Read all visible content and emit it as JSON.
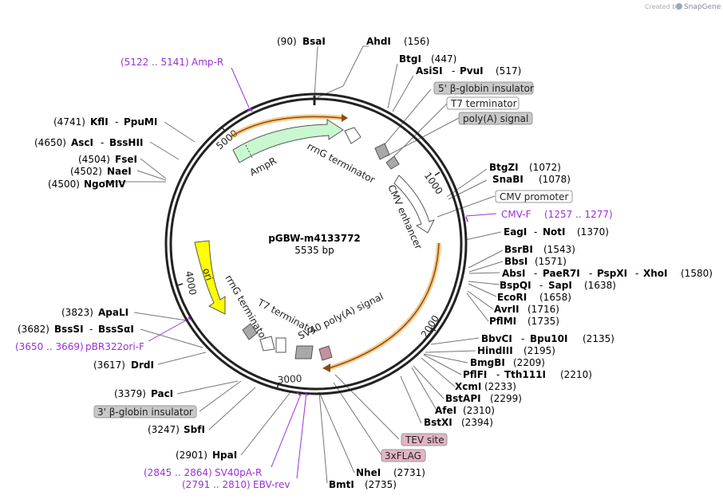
{
  "credit": "Created by",
  "credit_brand": "SnapGene",
  "plasmid": {
    "name": "pGBW-m4133772",
    "size": "5535 bp"
  },
  "ticks": [
    "1000",
    "2000",
    "3000",
    "4000",
    "5000"
  ],
  "feature_labels": {
    "ampr": "AmpR",
    "rrng_top": "rrnG terminator",
    "cmv_enhancer": "CMV enhancer",
    "ori": "ori",
    "rrng_left": "rrnG terminator",
    "t7_term": "T7 terminator",
    "sv40": "SV40 poly(A) signal"
  },
  "enzymes": [
    {
      "id": "bsai",
      "num": "(90)",
      "name": "BsaI"
    },
    {
      "id": "ahdi",
      "name": "AhdI",
      "num": "(156)"
    },
    {
      "id": "btgi",
      "name": "BtgI",
      "num": "(447)"
    },
    {
      "id": "asisi",
      "name": "AsiSI",
      "sep": "-",
      "name2": "PvuI",
      "num": "(517)"
    },
    {
      "id": "btgzi",
      "name": "BtgZI",
      "num": "(1072)"
    },
    {
      "id": "snabi",
      "name": "SnaBI",
      "num": "(1078)"
    },
    {
      "id": "eagi",
      "name": "EagI",
      "sep": "-",
      "name2": "NotI",
      "num": "(1370)"
    },
    {
      "id": "bsrbi",
      "name": "BsrBI",
      "num": "(1543)"
    },
    {
      "id": "bbsi",
      "name": "BbsI",
      "num": "(1571)"
    },
    {
      "id": "absi",
      "name": "AbsI",
      "sep": "-",
      "name2": "PaeR7I",
      "sep2": "-",
      "name3": "PspXI",
      "sep3": "-",
      "name4": "XhoI",
      "num": "(1580)"
    },
    {
      "id": "bspqi",
      "name": "BspQI",
      "sep": "-",
      "name2": "SapI",
      "num": "(1638)"
    },
    {
      "id": "ecori",
      "name": "EcoRI",
      "num": "(1658)"
    },
    {
      "id": "avrii",
      "name": "AvrII",
      "num": "(1716)"
    },
    {
      "id": "pflmi",
      "name": "PflMI",
      "num": "(1735)"
    },
    {
      "id": "bbvci",
      "name": "BbvCI",
      "sep": "-",
      "name2": "Bpu10I",
      "num": "(2135)"
    },
    {
      "id": "hindiii",
      "name": "HindIII",
      "num": "(2195)"
    },
    {
      "id": "bmgbi",
      "name": "BmgBI",
      "num": "(2209)"
    },
    {
      "id": "plfi",
      "name": "PflFI",
      "sep": "-",
      "name2": "Tth111I",
      "num": "(2210)"
    },
    {
      "id": "xcmi",
      "name": "XcmI",
      "num": "(2233)"
    },
    {
      "id": "bstapi",
      "name": "BstAPI",
      "num": "(2299)"
    },
    {
      "id": "afei",
      "name": "AfeI",
      "num": "(2310)"
    },
    {
      "id": "bstxi",
      "name": "BstXI",
      "num": "(2394)"
    },
    {
      "id": "nhei",
      "name": "NheI",
      "num": "(2731)"
    },
    {
      "id": "bmti",
      "name": "BmtI",
      "num": "(2735)"
    },
    {
      "id": "hpai",
      "num": "(2901)",
      "name": "HpaI"
    },
    {
      "id": "sbfi",
      "num": "(3247)",
      "name": "SbfI"
    },
    {
      "id": "paci",
      "num": "(3379)",
      "name": "PacI"
    },
    {
      "id": "drdi",
      "num": "(3617)",
      "name": "DrdI"
    },
    {
      "id": "bsssi",
      "num": "(3682)",
      "name": "BssSI",
      "sep": "-",
      "name2": "BssSαI"
    },
    {
      "id": "apali",
      "num": "(3823)",
      "name": "ApaLI"
    },
    {
      "id": "ngomiv",
      "num": "(4500)",
      "name": "NgoMIV"
    },
    {
      "id": "naei",
      "num": "(4502)",
      "name": "NaeI"
    },
    {
      "id": "fsei",
      "num": "(4504)",
      "name": "FseI"
    },
    {
      "id": "asci",
      "num": "(4650)",
      "name": "AscI",
      "sep": "-",
      "name2": "BssHII"
    },
    {
      "id": "kfli",
      "num": "(4741)",
      "name": "KflI",
      "sep": "-",
      "name2": "PpuMI"
    }
  ],
  "primers": [
    {
      "id": "ampr_p",
      "range": "(5122 .. 5141)",
      "name": "Amp-R"
    },
    {
      "id": "cmvf",
      "name": "CMV-F",
      "range": "(1257 .. 1277)"
    },
    {
      "id": "pbr",
      "range": "(3650 .. 3669)",
      "name": "pBR322ori-F"
    },
    {
      "id": "sv40pa",
      "range": "(2845 .. 2864)",
      "name": "SV40pA-R"
    },
    {
      "id": "ebv",
      "range": "(2791 .. 2810)",
      "name": "EBV-rev"
    }
  ],
  "boxed_features": [
    {
      "id": "globin5",
      "text": "5' β-globin insulator",
      "fill": "#c8c8c8"
    },
    {
      "id": "t7",
      "text": "T7 terminator",
      "fill": "#ffffff"
    },
    {
      "id": "polya",
      "text": "poly(A) signal",
      "fill": "#c8c8c8"
    },
    {
      "id": "cmvp",
      "text": "CMV promoter",
      "fill": "#ffffff"
    },
    {
      "id": "globin3",
      "text": "3' β-globin insulator",
      "fill": "#c8c8c8"
    },
    {
      "id": "tev",
      "text": "TEV site",
      "fill": "#e2b5c4"
    },
    {
      "id": "flag",
      "text": "3xFLAG",
      "fill": "#e2b5c4"
    }
  ],
  "colors": {
    "ampr": "#c8f7d0",
    "ori": "#ffff00",
    "orange": "#f0a030",
    "primer": "#9b30d9",
    "gray_feature": "#a8a8a8",
    "pink_feature": "#c890a0"
  }
}
